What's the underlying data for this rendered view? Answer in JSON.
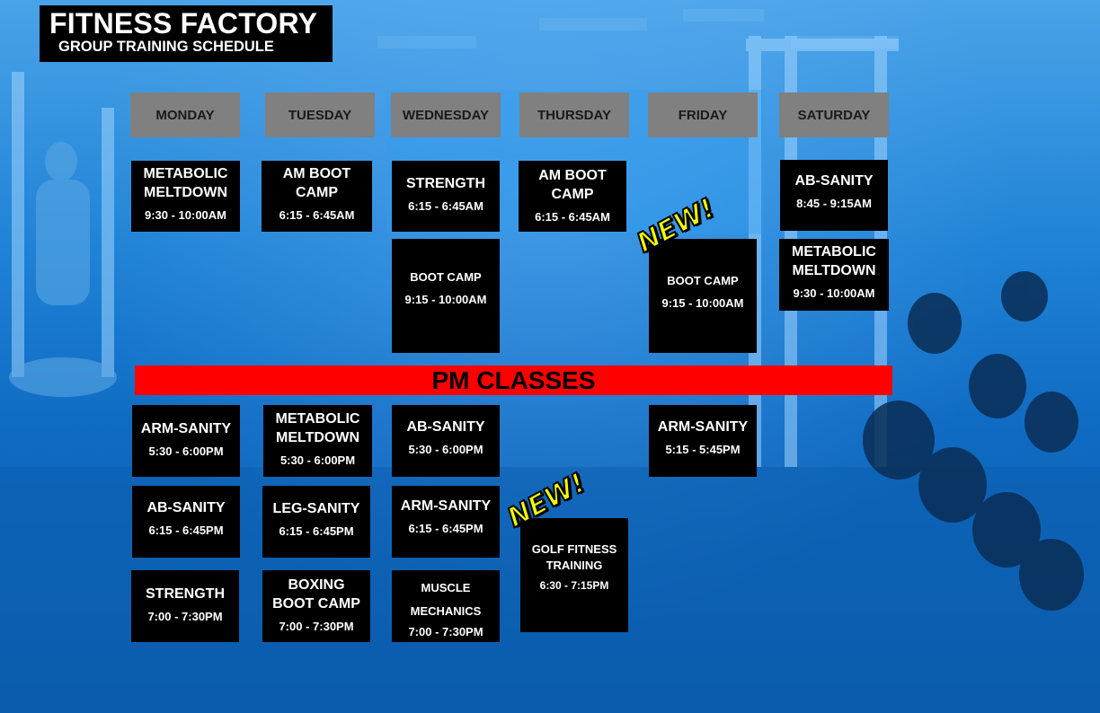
{
  "header": {
    "title": "FITNESS FACTORY",
    "subtitle": "GROUP TRAINING SCHEDULE"
  },
  "days": [
    "MONDAY",
    "TUESDAY",
    "WEDNESDAY",
    "THURSDAY",
    "FRIDAY",
    "SATURDAY"
  ],
  "am": {
    "mon_1": {
      "name": "METABOLIC MELTDOWN",
      "time": "9:30 - 10:00AM"
    },
    "tue_1": {
      "name": "AM BOOT CAMP",
      "time": "6:15 - 6:45AM"
    },
    "wed_1": {
      "name": "STRENGTH",
      "time": "6:15 - 6:45AM"
    },
    "wed_2": {
      "name": "BOOT CAMP",
      "time": "9:15 - 10:00AM"
    },
    "thu_1": {
      "name": "AM BOOT CAMP",
      "time": "6:15 - 6:45AM"
    },
    "fri_1": {
      "name": "BOOT CAMP",
      "time": "9:15 - 10:00AM"
    },
    "sat_1": {
      "name": "AB-SANITY",
      "time": "8:45 - 9:15AM"
    },
    "sat_2": {
      "name": "METABOLIC MELTDOWN",
      "time": "9:30 - 10:00AM"
    }
  },
  "pm_label": "PM CLASSES",
  "pm": {
    "mon_1": {
      "name": "ARM-SANITY",
      "time": "5:30 - 6:00PM"
    },
    "mon_2": {
      "name": "AB-SANITY",
      "time": "6:15 - 6:45PM"
    },
    "mon_3": {
      "name": "STRENGTH",
      "time": "7:00 - 7:30PM"
    },
    "tue_1": {
      "name": "METABOLIC MELTDOWN",
      "time": "5:30 - 6:00PM"
    },
    "tue_2": {
      "name": "LEG-SANITY",
      "time": "6:15 - 6:45PM"
    },
    "tue_3": {
      "name": "BOXING BOOT CAMP",
      "time": "7:00 - 7:30PM"
    },
    "wed_1": {
      "name": "AB-SANITY",
      "time": "5:30 - 6:00PM"
    },
    "wed_2": {
      "name": "ARM-SANITY",
      "time": "6:15 - 6:45PM"
    },
    "wed_3": {
      "name": "MUSCLE MECHANICS",
      "time": "7:00 - 7:30PM"
    },
    "thu_1": {
      "name": "GOLF FITNESS TRAINING",
      "time": "6:30 - 7:15PM"
    },
    "fri_1": {
      "name": "ARM-SANITY",
      "time": "5:15 - 5:45PM"
    }
  },
  "badges": {
    "new": "NEW!"
  },
  "colors": {
    "banner": "#ff0000",
    "day_header": "#808080",
    "badge": "#f5ff00",
    "tile": "#000000"
  }
}
